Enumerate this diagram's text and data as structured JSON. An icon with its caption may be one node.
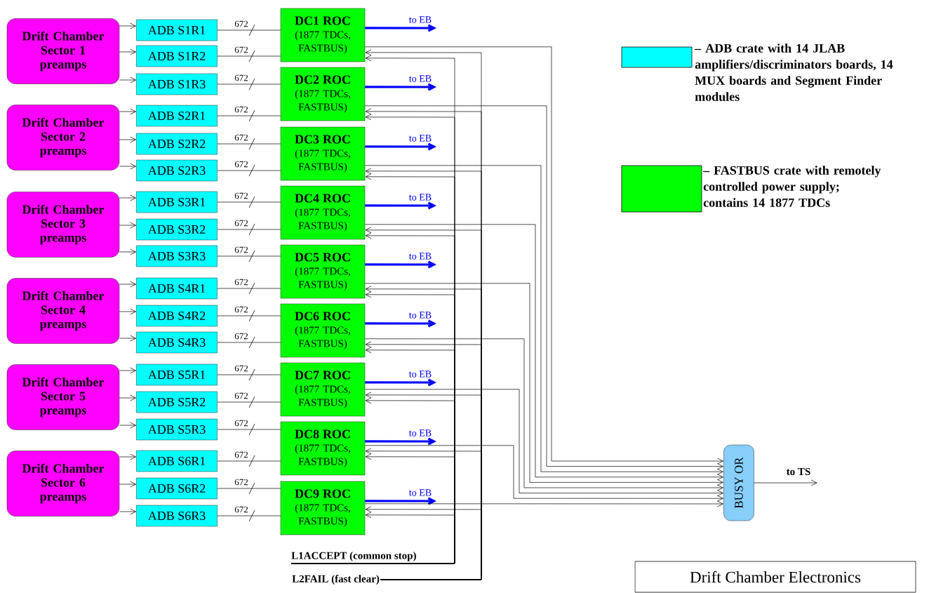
{
  "diagram": {
    "title": "Drift Chamber Electronics",
    "nodes": [
      {
        "text": [
          "Drift Chamber Sector 1 preamps"
        ]
      },
      {
        "text": [
          "Drift Chamber Sector 2 preamps"
        ]
      },
      {
        "text": [
          "Drift Chamber Sector 3 preamps"
        ]
      },
      {
        "text": [
          "Drift Chamber Sector 4 preamps"
        ]
      },
      {
        "text": [
          "Drift Chamber Sector 5 preamps"
        ]
      },
      {
        "text": [
          "Drift Chamber Sector 6 preamps"
        ]
      },
      {
        "text": [
          "ADB S1R1"
        ]
      },
      {
        "text": [
          "ADB S1R2"
        ]
      },
      {
        "text": [
          "ADB S1R3"
        ]
      },
      {
        "text": [
          "ADB S2R1"
        ]
      },
      {
        "text": [
          "ADB S2R2"
        ]
      },
      {
        "text": [
          "ADB S2R3"
        ]
      },
      {
        "text": [
          "ADB S3R1"
        ]
      },
      {
        "text": [
          "ADB S3R2"
        ]
      },
      {
        "text": [
          "ADB S3R3"
        ]
      },
      {
        "text": [
          "ADB S4R1"
        ]
      },
      {
        "text": [
          "ADB S4R2"
        ]
      },
      {
        "text": [
          "ADB S4R3"
        ]
      },
      {
        "text": [
          "ADB S5R1"
        ]
      },
      {
        "text": [
          "ADB S5R2"
        ]
      },
      {
        "text": [
          "ADB S5R3"
        ]
      },
      {
        "text": [
          "ADB S6R1"
        ]
      },
      {
        "text": [
          "ADB S6R2"
        ]
      },
      {
        "text": [
          "ADB S6R3"
        ]
      },
      {
        "text": [
          "DC1 ROC",
          "(1877 TDCs, FASTBUS)"
        ]
      },
      {
        "text": [
          "DC2 ROC",
          "(1877 TDCs, FASTBUS)"
        ]
      },
      {
        "text": [
          "DC3 ROC",
          "(1877 TDCs, FASTBUS)"
        ]
      },
      {
        "text": [
          "DC4 ROC",
          "(1877 TDCs, FASTBUS)"
        ]
      },
      {
        "text": [
          "DC5 ROC",
          "(1877 TDCs, FASTBUS)"
        ]
      },
      {
        "text": [
          "DC6 ROC",
          "(1877 TDCs, FASTBUS)"
        ]
      },
      {
        "text": [
          "DC7 ROC",
          "(1877 TDCs, FASTBUS)"
        ]
      },
      {
        "text": [
          "DC8 ROC",
          "(1877 TDCs, FASTBUS)"
        ]
      },
      {
        "text": [
          "DC9 ROC",
          "(1877 TDCs, FASTBUS)"
        ]
      },
      {
        "text": [
          "BUSY OR"
        ]
      },
      {
        "text": [
          "L1ACCEPT (common stop)"
        ]
      },
      {
        "text": [
          "L2FAIL (fast clear)"
        ]
      }
    ],
    "edges": [
      {
        "from": 0,
        "to": 6,
        "arrow": "to"
      },
      {
        "from": 0,
        "to": 7,
        "arrow": "to"
      },
      {
        "from": 0,
        "to": 8,
        "arrow": "to"
      },
      {
        "from": 1,
        "to": 9,
        "arrow": "to"
      },
      {
        "from": 1,
        "to": 10,
        "arrow": "to"
      },
      {
        "from": 1,
        "to": 11,
        "arrow": "to"
      },
      {
        "from": 2,
        "to": 12,
        "arrow": "to"
      },
      {
        "from": 2,
        "to": 13,
        "arrow": "to"
      },
      {
        "from": 2,
        "to": 14,
        "arrow": "to"
      },
      {
        "from": 3,
        "to": 15,
        "arrow": "to"
      },
      {
        "from": 3,
        "to": 16,
        "arrow": "to"
      },
      {
        "from": 3,
        "to": 17,
        "arrow": "to"
      },
      {
        "from": 4,
        "to": 18,
        "arrow": "to"
      },
      {
        "from": 4,
        "to": 19,
        "arrow": "to"
      },
      {
        "from": 4,
        "to": 20,
        "arrow": "to"
      },
      {
        "from": 5,
        "to": 21,
        "arrow": "to"
      },
      {
        "from": 5,
        "to": 22,
        "arrow": "to"
      },
      {
        "from": 5,
        "to": 23,
        "arrow": "to"
      },
      {
        "from": 6,
        "to": 24,
        "label": "672",
        "arrow": "none"
      },
      {
        "from": 7,
        "to": 24,
        "label": "672",
        "arrow": "none"
      },
      {
        "from": 8,
        "to": 25,
        "label": "672",
        "arrow": "none"
      },
      {
        "from": 9,
        "to": 25,
        "label": "672",
        "arrow": "none"
      },
      {
        "from": 10,
        "to": 26,
        "label": "672",
        "arrow": "none"
      },
      {
        "from": 11,
        "to": 26,
        "label": "672",
        "arrow": "none"
      },
      {
        "from": 12,
        "to": 27,
        "label": "672",
        "arrow": "none"
      },
      {
        "from": 13,
        "to": 27,
        "label": "672",
        "arrow": "none"
      },
      {
        "from": 14,
        "to": 28,
        "label": "672",
        "arrow": "none"
      },
      {
        "from": 15,
        "to": 28,
        "label": "672",
        "arrow": "none"
      },
      {
        "from": 16,
        "to": 29,
        "label": "672",
        "arrow": "none"
      },
      {
        "from": 17,
        "to": 29,
        "label": "672",
        "arrow": "none"
      },
      {
        "from": 18,
        "to": 30,
        "label": "672",
        "arrow": "none"
      },
      {
        "from": 19,
        "to": 30,
        "label": "672",
        "arrow": "none"
      },
      {
        "from": 20,
        "to": 31,
        "label": "672",
        "arrow": "none"
      },
      {
        "from": 21,
        "to": 31,
        "label": "672",
        "arrow": "none"
      },
      {
        "from": 22,
        "to": 32,
        "label": "672",
        "arrow": "none"
      },
      {
        "from": 23,
        "to": 32,
        "label": "672",
        "arrow": "none"
      },
      {
        "from": 24,
        "to": null,
        "label": "to EB",
        "arrow": "to",
        "style": "thick",
        "color": "#0000ff"
      },
      {
        "from": 25,
        "to": null,
        "label": "to EB",
        "arrow": "to",
        "style": "thick",
        "color": "#0000ff"
      },
      {
        "from": 26,
        "to": null,
        "label": "to EB",
        "arrow": "to",
        "style": "thick",
        "color": "#0000ff"
      },
      {
        "from": 27,
        "to": null,
        "label": "to EB",
        "arrow": "to",
        "style": "thick",
        "color": "#0000ff"
      },
      {
        "from": 28,
        "to": null,
        "label": "to EB",
        "arrow": "to",
        "style": "thick",
        "color": "#0000ff"
      },
      {
        "from": 29,
        "to": null,
        "label": "to EB",
        "arrow": "to",
        "style": "thick",
        "color": "#0000ff"
      },
      {
        "from": 30,
        "to": null,
        "label": "to EB",
        "arrow": "to",
        "style": "thick",
        "color": "#0000ff"
      },
      {
        "from": 31,
        "to": null,
        "label": "to EB",
        "arrow": "to",
        "style": "thick",
        "color": "#0000ff"
      },
      {
        "from": 32,
        "to": null,
        "label": "to EB",
        "arrow": "to",
        "style": "thick",
        "color": "#0000ff"
      },
      {
        "from": 24,
        "to": 33,
        "arrow": "to"
      },
      {
        "from": 25,
        "to": 33,
        "arrow": "to"
      },
      {
        "from": 26,
        "to": 33,
        "arrow": "to"
      },
      {
        "from": 27,
        "to": 33,
        "arrow": "to"
      },
      {
        "from": 28,
        "to": 33,
        "arrow": "to"
      },
      {
        "from": 29,
        "to": 33,
        "arrow": "to"
      },
      {
        "from": 30,
        "to": 33,
        "arrow": "to"
      },
      {
        "from": 31,
        "to": 33,
        "arrow": "to"
      },
      {
        "from": 32,
        "to": 33,
        "arrow": "to"
      },
      {
        "from": 34,
        "to": 24,
        "arrow": "to"
      },
      {
        "from": 34,
        "to": 25,
        "arrow": "to"
      },
      {
        "from": 34,
        "to": 26,
        "arrow": "to"
      },
      {
        "from": 34,
        "to": 27,
        "arrow": "to"
      },
      {
        "from": 34,
        "to": 28,
        "arrow": "to"
      },
      {
        "from": 34,
        "to": 29,
        "arrow": "to"
      },
      {
        "from": 34,
        "to": 30,
        "arrow": "to"
      },
      {
        "from": 34,
        "to": 31,
        "arrow": "to"
      },
      {
        "from": 34,
        "to": 32,
        "arrow": "to"
      },
      {
        "from": 35,
        "to": 24,
        "arrow": "to"
      },
      {
        "from": 35,
        "to": 25,
        "arrow": "to"
      },
      {
        "from": 35,
        "to": 26,
        "arrow": "to"
      },
      {
        "from": 35,
        "to": 27,
        "arrow": "to"
      },
      {
        "from": 35,
        "to": 28,
        "arrow": "to"
      },
      {
        "from": 35,
        "to": 29,
        "arrow": "to"
      },
      {
        "from": 35,
        "to": 30,
        "arrow": "to"
      },
      {
        "from": 35,
        "to": 31,
        "arrow": "to"
      },
      {
        "from": 35,
        "to": 32,
        "arrow": "to"
      },
      {
        "from": 33,
        "to": null,
        "label": "to TS",
        "arrow": "to"
      }
    ],
    "legend": [
      {
        "text": "– ADB crate with 14 JLAB amplifiers/discriminators boards, 14 MUX boards and Segment Finder modules",
        "color": "#00ffff"
      },
      {
        "text": "– FASTBUS crate with remotely controlled power supply; contains 14 1877 TDCs",
        "color": "#00ff00"
      }
    ]
  }
}
